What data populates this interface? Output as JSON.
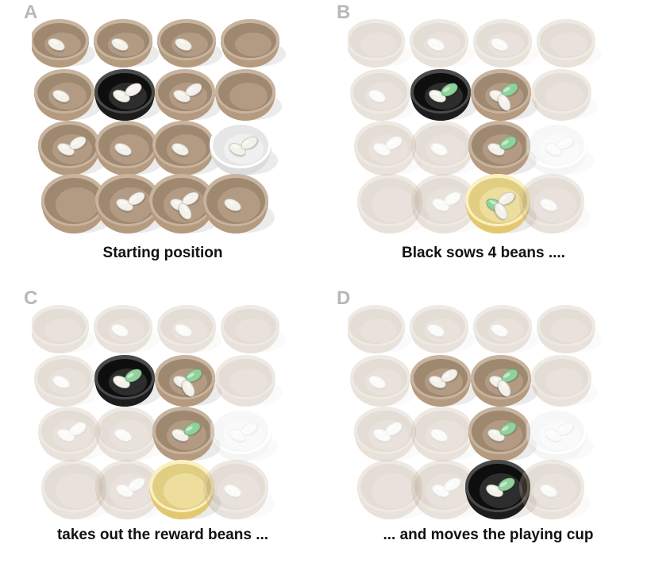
{
  "panels": [
    {
      "letter": "A",
      "caption": "Starting position",
      "cups": [
        {
          "kind": "brown",
          "dim": false,
          "beans": [
            "w"
          ]
        },
        {
          "kind": "brown",
          "dim": false,
          "beans": [
            "w"
          ]
        },
        {
          "kind": "brown",
          "dim": false,
          "beans": [
            "w"
          ]
        },
        {
          "kind": "brown",
          "dim": false,
          "beans": []
        },
        {
          "kind": "brown",
          "dim": false,
          "beans": [
            "w"
          ]
        },
        {
          "kind": "black",
          "dim": false,
          "beans": [
            "w",
            "w"
          ]
        },
        {
          "kind": "brown",
          "dim": false,
          "beans": [
            "w",
            "w"
          ]
        },
        {
          "kind": "brown",
          "dim": false,
          "beans": []
        },
        {
          "kind": "brown",
          "dim": false,
          "beans": [
            "w",
            "w"
          ]
        },
        {
          "kind": "brown",
          "dim": false,
          "beans": [
            "w"
          ]
        },
        {
          "kind": "brown",
          "dim": false,
          "beans": [
            "w"
          ]
        },
        {
          "kind": "white",
          "dim": false,
          "beans": [
            "w",
            "w"
          ]
        },
        {
          "kind": "brown",
          "dim": false,
          "beans": []
        },
        {
          "kind": "brown",
          "dim": false,
          "beans": [
            "w",
            "w"
          ]
        },
        {
          "kind": "brown",
          "dim": false,
          "beans": [
            "w",
            "w",
            "w"
          ]
        },
        {
          "kind": "brown",
          "dim": false,
          "beans": [
            "w"
          ]
        }
      ]
    },
    {
      "letter": "B",
      "caption": "Black sows 4 beans ....",
      "cups": [
        {
          "kind": "brown",
          "dim": true,
          "beans": []
        },
        {
          "kind": "brown",
          "dim": true,
          "beans": [
            "w"
          ]
        },
        {
          "kind": "brown",
          "dim": true,
          "beans": [
            "w"
          ]
        },
        {
          "kind": "brown",
          "dim": true,
          "beans": []
        },
        {
          "kind": "brown",
          "dim": true,
          "beans": [
            "w"
          ]
        },
        {
          "kind": "black",
          "dim": false,
          "beans": [
            "w",
            "g"
          ]
        },
        {
          "kind": "brown",
          "dim": false,
          "beans": [
            "w",
            "g",
            "w"
          ]
        },
        {
          "kind": "brown",
          "dim": true,
          "beans": []
        },
        {
          "kind": "brown",
          "dim": true,
          "beans": [
            "w",
            "w"
          ]
        },
        {
          "kind": "brown",
          "dim": true,
          "beans": [
            "w"
          ]
        },
        {
          "kind": "brown",
          "dim": false,
          "beans": [
            "w",
            "g"
          ]
        },
        {
          "kind": "white",
          "dim": true,
          "beans": [
            "w",
            "w"
          ]
        },
        {
          "kind": "brown",
          "dim": true,
          "beans": []
        },
        {
          "kind": "brown",
          "dim": true,
          "beans": [
            "w",
            "w"
          ]
        },
        {
          "kind": "yellow",
          "dim": false,
          "beans": [
            "g",
            "w",
            "w"
          ]
        },
        {
          "kind": "brown",
          "dim": true,
          "beans": [
            "w"
          ]
        }
      ]
    },
    {
      "letter": "C",
      "caption": "takes out the reward beans ...",
      "cups": [
        {
          "kind": "brown",
          "dim": true,
          "beans": []
        },
        {
          "kind": "brown",
          "dim": true,
          "beans": [
            "w"
          ]
        },
        {
          "kind": "brown",
          "dim": true,
          "beans": [
            "w"
          ]
        },
        {
          "kind": "brown",
          "dim": true,
          "beans": []
        },
        {
          "kind": "brown",
          "dim": true,
          "beans": [
            "w"
          ]
        },
        {
          "kind": "black",
          "dim": false,
          "beans": [
            "w",
            "g"
          ]
        },
        {
          "kind": "brown",
          "dim": false,
          "beans": [
            "w",
            "g",
            "w"
          ]
        },
        {
          "kind": "brown",
          "dim": true,
          "beans": []
        },
        {
          "kind": "brown",
          "dim": true,
          "beans": [
            "w",
            "w"
          ]
        },
        {
          "kind": "brown",
          "dim": true,
          "beans": [
            "w"
          ]
        },
        {
          "kind": "brown",
          "dim": false,
          "beans": [
            "w",
            "g"
          ]
        },
        {
          "kind": "white",
          "dim": true,
          "beans": [
            "w",
            "w"
          ]
        },
        {
          "kind": "brown",
          "dim": true,
          "beans": []
        },
        {
          "kind": "brown",
          "dim": true,
          "beans": [
            "w",
            "w"
          ]
        },
        {
          "kind": "yellow",
          "dim": false,
          "beans": []
        },
        {
          "kind": "brown",
          "dim": true,
          "beans": [
            "w"
          ]
        }
      ]
    },
    {
      "letter": "D",
      "caption": "... and moves the playing cup",
      "cups": [
        {
          "kind": "brown",
          "dim": true,
          "beans": []
        },
        {
          "kind": "brown",
          "dim": true,
          "beans": [
            "w"
          ]
        },
        {
          "kind": "brown",
          "dim": true,
          "beans": [
            "w"
          ]
        },
        {
          "kind": "brown",
          "dim": true,
          "beans": []
        },
        {
          "kind": "brown",
          "dim": true,
          "beans": [
            "w"
          ]
        },
        {
          "kind": "brown",
          "dim": false,
          "beans": [
            "w",
            "w"
          ]
        },
        {
          "kind": "brown",
          "dim": false,
          "beans": [
            "w",
            "g",
            "w"
          ]
        },
        {
          "kind": "brown",
          "dim": true,
          "beans": []
        },
        {
          "kind": "brown",
          "dim": true,
          "beans": [
            "w",
            "w"
          ]
        },
        {
          "kind": "brown",
          "dim": true,
          "beans": [
            "w"
          ]
        },
        {
          "kind": "brown",
          "dim": false,
          "beans": [
            "w",
            "g"
          ]
        },
        {
          "kind": "white",
          "dim": true,
          "beans": [
            "w",
            "w"
          ]
        },
        {
          "kind": "brown",
          "dim": true,
          "beans": []
        },
        {
          "kind": "brown",
          "dim": true,
          "beans": [
            "w",
            "w"
          ]
        },
        {
          "kind": "black",
          "dim": false,
          "beans": [
            "w",
            "g"
          ]
        },
        {
          "kind": "brown",
          "dim": true,
          "beans": [
            "w"
          ]
        }
      ]
    }
  ],
  "colors": {
    "brown": "#b49a7e",
    "black": "#1c1c1c",
    "white": "#ececec",
    "yellow": "#ecd98a",
    "bean_white": "#f3f1ea",
    "bean_green": "#8fd29a",
    "letter": "#b8b8b8"
  }
}
